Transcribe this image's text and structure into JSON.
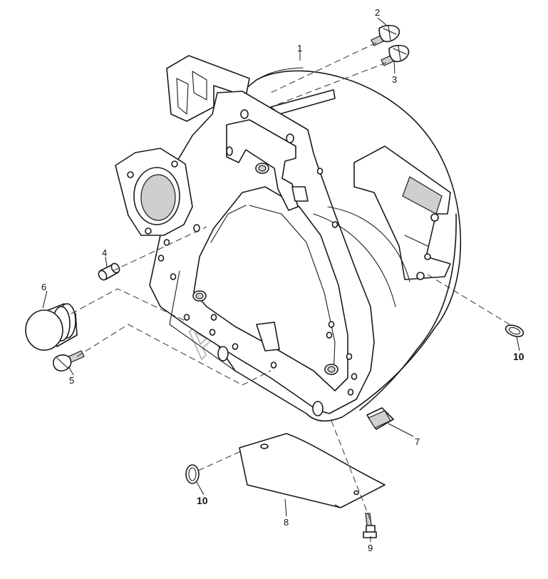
{
  "labels": {
    "p1": "1",
    "p2": "2",
    "p3": "3",
    "p4": "4",
    "p5": "5",
    "p6": "6",
    "p7": "7",
    "p8": "8",
    "p9": "9",
    "p10a": "10",
    "p10b": "10"
  },
  "watermark": "AutoSoft"
}
